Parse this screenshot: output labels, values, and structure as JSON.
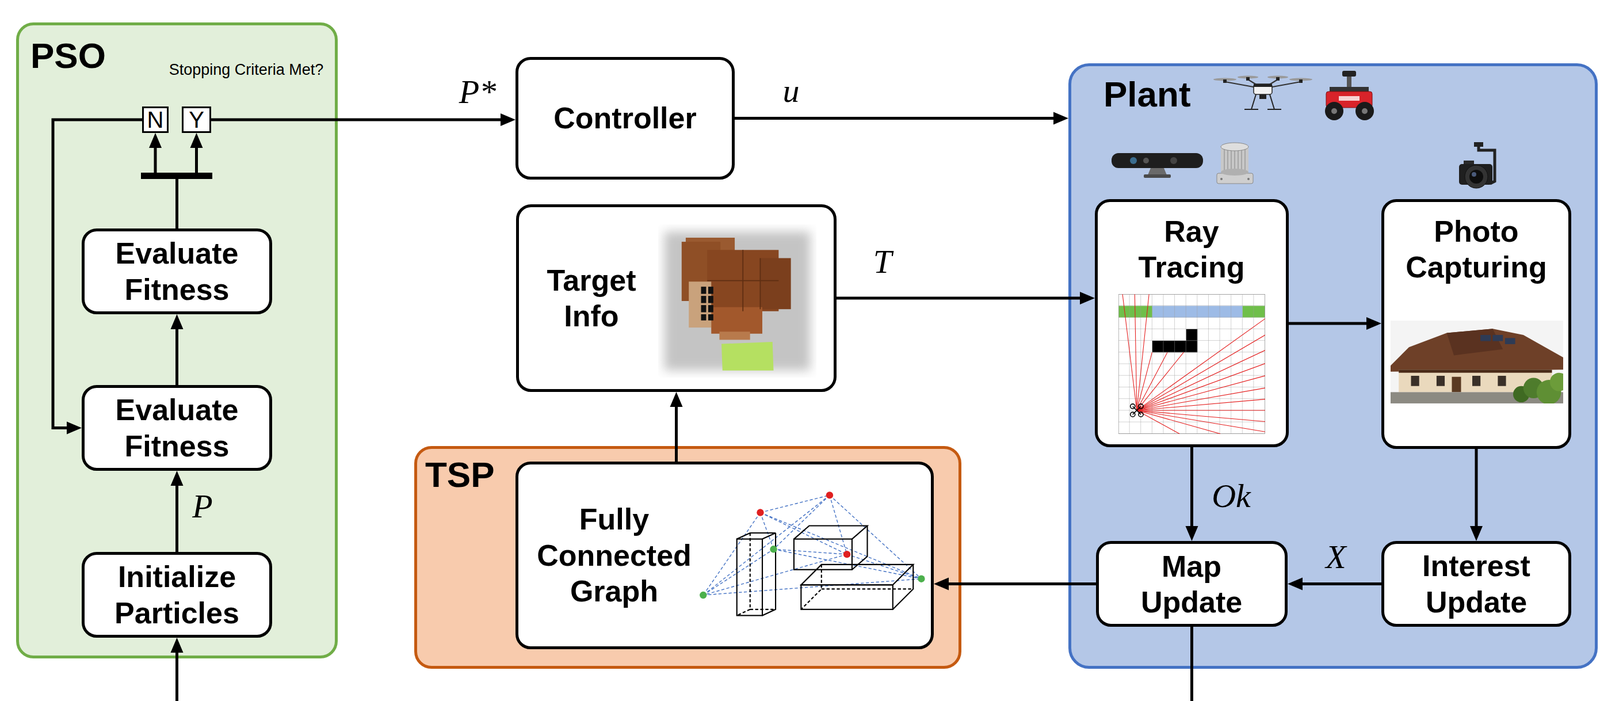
{
  "diagram": {
    "nodes": [
      {
        "text": [
          "PSO"
        ]
      },
      {
        "text": [
          "N"
        ],
        "in": 0
      },
      {
        "text": [
          "Y"
        ],
        "in": 0
      },
      {
        "text": [
          "Evaluate Fitness"
        ],
        "in": 0
      },
      {
        "text": [
          "Evaluate Fitness"
        ],
        "in": 0
      },
      {
        "text": [
          "Initialize Particles"
        ],
        "in": 0
      },
      {
        "text": [
          "Controller"
        ]
      },
      {
        "text": [
          "Target Info"
        ]
      },
      {
        "text": [
          "TSP"
        ]
      },
      {
        "text": [
          "Fully Connected Graph"
        ],
        "in": 8
      },
      {
        "text": [
          "Plant"
        ]
      },
      {
        "text": [
          "Ray Tracing"
        ],
        "in": 10
      },
      {
        "text": [
          "Photo Capturing"
        ],
        "in": 10
      },
      {
        "text": [
          "Map Update"
        ],
        "in": 10
      },
      {
        "text": [
          "Interest Update"
        ],
        "in": 10
      }
    ],
    "edges": [
      {
        "from": 2,
        "to": 6,
        "arrow": "to",
        "label": "P*"
      },
      {
        "from": 1,
        "to": 4,
        "arrow": "to"
      },
      {
        "from": 4,
        "to": 3,
        "arrow": "to"
      },
      {
        "from": 3,
        "to": 1,
        "arrow": "to"
      },
      {
        "from": 3,
        "to": 2,
        "arrow": "to"
      },
      {
        "from": 5,
        "to": 4,
        "arrow": "to",
        "label": "P"
      },
      {
        "from": 6,
        "to": 10,
        "arrow": "to",
        "label": "u"
      },
      {
        "from": 9,
        "to": 7,
        "arrow": "to"
      },
      {
        "from": 7,
        "to": 11,
        "arrow": "to",
        "label": "T"
      },
      {
        "from": 11,
        "to": 12,
        "arrow": "to"
      },
      {
        "from": 11,
        "to": 13,
        "arrow": "to",
        "label": "Ok"
      },
      {
        "from": 12,
        "to": 14,
        "arrow": "to"
      },
      {
        "from": 14,
        "to": 13,
        "arrow": "to",
        "label": "X"
      },
      {
        "from": 13,
        "to": 9,
        "arrow": "to"
      }
    ],
    "labels": [
      "Stopping Criteria Met?"
    ]
  }
}
